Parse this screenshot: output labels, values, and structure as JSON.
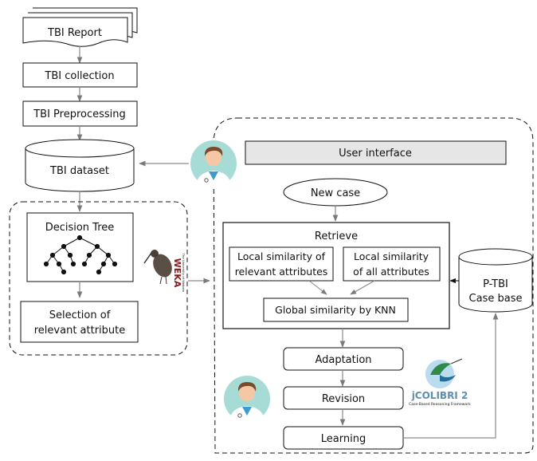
{
  "pipeline": {
    "report": "TBI Report",
    "collection": "TBI collection",
    "preprocessing": "TBI Preprocessing",
    "dataset": "TBI dataset"
  },
  "weka_group": {
    "decision_tree": "Decision Tree",
    "selection_line1": "Selection of",
    "selection_line2": "relevant attribute",
    "weka_logo_text": "WEKA",
    "weka_logo_subtext": "The University of Waikato"
  },
  "cbr": {
    "user_interface": "User interface",
    "new_case": "New case",
    "retrieve": "Retrieve",
    "local_relevant_line1": "Local similarity of",
    "local_relevant_line2": "relevant attributes",
    "local_all_line1": "Local similarity",
    "local_all_line2": "of all attributes",
    "global_similarity": "Global similarity by KNN",
    "adaptation": "Adaptation",
    "revision": "Revision",
    "learning": "Learning",
    "case_base_line1": "P-TBI",
    "case_base_line2": "Case base",
    "jcolibri_logo_text": "jCOLIBRI 2",
    "jcolibri_logo_subtext": "Case-Based Reasoning Framework"
  },
  "icons": {
    "doctor": "doctor-avatar-icon",
    "bird": "kiwi-bird-icon",
    "hummingbird": "hummingbird-icon"
  },
  "colors": {
    "stroke": "#111111",
    "arrow": "#8a8a8a",
    "ui_fill": "#e6e6e6",
    "avatar_bg": "#a7dcd6",
    "coat": "#ffffff",
    "scrub": "#3d9bd0",
    "hair": "#7a4a2a",
    "skin": "#f6c7a4"
  }
}
